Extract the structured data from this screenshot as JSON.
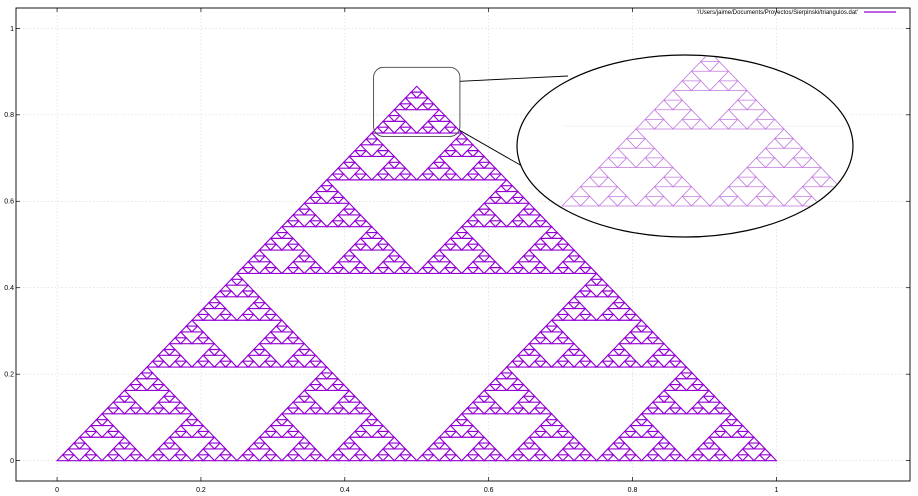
{
  "chart_data": {
    "type": "line",
    "title": "",
    "xlabel": "",
    "ylabel": "",
    "xlim": [
      -0.0571,
      1.1857
    ],
    "ylim": [
      -0.0471,
      1.0471
    ],
    "grid": true,
    "legend_position": "top-right",
    "x_ticks": [
      0,
      0.2,
      0.4,
      0.6,
      0.8,
      1
    ],
    "x_tick_labels": [
      "0",
      "0.2",
      "0.4",
      "0.6",
      "0.8",
      "1"
    ],
    "y_ticks": [
      0,
      0.2,
      0.4,
      0.6,
      0.8,
      1
    ],
    "y_tick_labels": [
      "0",
      "0.2",
      "0.4",
      "0.6",
      "0.8",
      "1"
    ],
    "series": [
      {
        "name": "'/Users/jaime/Documents/Proyectos/Sierpinski/triangulos.dat'",
        "color": "#9400d3",
        "shape": "sierpinski-triangle",
        "vertices": [
          [
            0,
            0
          ],
          [
            1,
            0
          ],
          [
            0.5,
            0.866
          ]
        ],
        "visible_gap_level_1": [
          [
            0.25,
            0.433
          ],
          [
            0.75,
            0.433
          ],
          [
            0.5,
            0
          ]
        ]
      }
    ],
    "inset_zoom": {
      "shape": "ellipse",
      "source_region": "top vertex",
      "source_x_range": [
        0.44,
        0.56
      ],
      "source_y_range": [
        0.75,
        0.91
      ],
      "background": "#ffffff",
      "stroke": "#000000"
    }
  }
}
